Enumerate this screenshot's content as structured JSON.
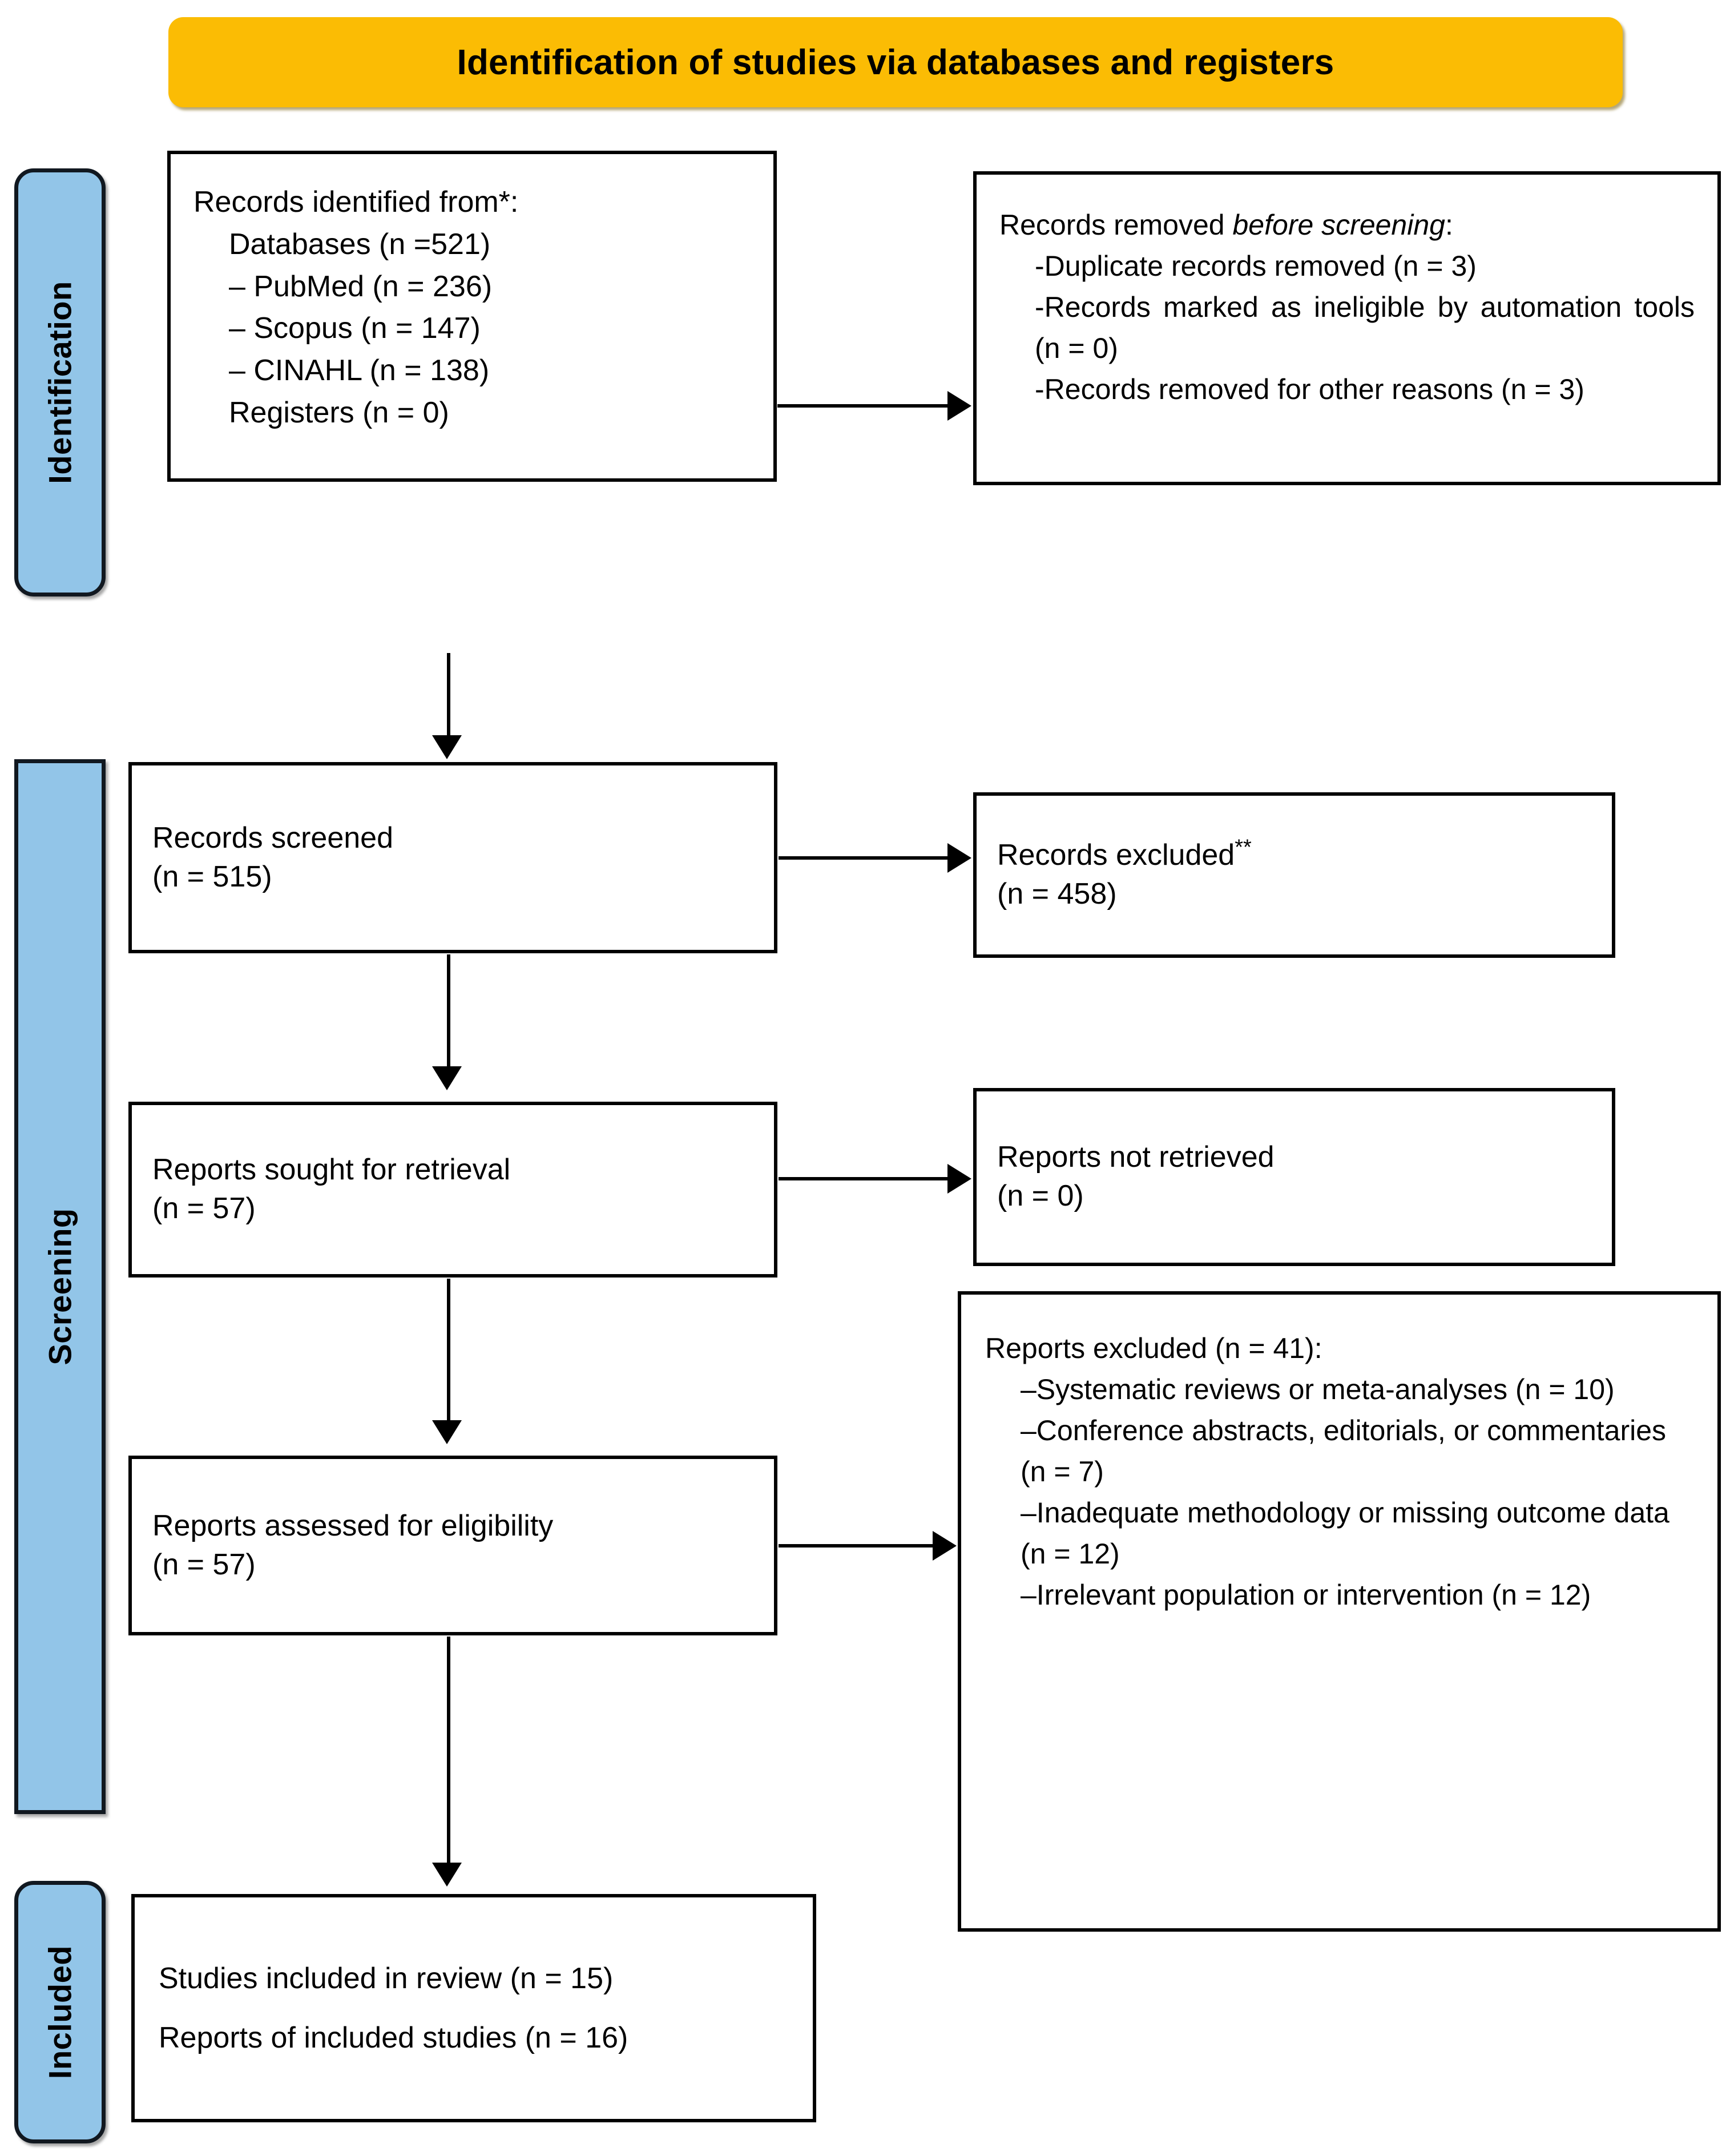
{
  "header": {
    "title": "Identification of studies via databases and registers",
    "background_color": "#FBBC04"
  },
  "stages": {
    "identification": "Identification",
    "screening": "Screening",
    "included": "Included",
    "background_color": "#92C5E8"
  },
  "boxes": {
    "identified": {
      "title": "Records identified from*:",
      "lines": [
        "Databases (n =521)",
        "– PubMed (n = 236)",
        "– Scopus (n = 147)",
        "– CINAHL (n = 138)",
        "Registers (n = 0)"
      ]
    },
    "removed": {
      "title_prefix": "Records removed ",
      "title_italic": "before screening",
      "title_suffix": ":",
      "lines": [
        "-Duplicate records removed   (n = 3)",
        "-Records marked as ineligible by automation tools (n = 0)",
        "-Records removed for other reasons (n = 3)"
      ]
    },
    "screened": {
      "label": "Records screened",
      "count": "(n = 515)"
    },
    "excluded": {
      "label": "Records excluded",
      "marker": "**",
      "count": "(n = 458)"
    },
    "sought": {
      "label": "Reports sought for retrieval",
      "count": "(n = 57)"
    },
    "not_retrieved": {
      "label": "Reports not retrieved",
      "count": "(n = 0)"
    },
    "assessed": {
      "label": "Reports assessed for eligibility",
      "count": "(n = 57)"
    },
    "reports_excluded": {
      "title": "Reports excluded (n = 41):",
      "reasons": [
        "–Systematic reviews or meta-analyses (n = 10)",
        "–Conference abstracts, editorials, or commentaries (n = 7)",
        "–Inadequate methodology or missing outcome data (n = 12)",
        "–Irrelevant population or intervention (n = 12)"
      ]
    },
    "included": {
      "line1": "Studies included in review (n = 15)",
      "line2": "Reports of included studies (n = 16)"
    }
  },
  "chart_data": {
    "type": "diagram",
    "diagram_kind": "PRISMA 2020 flow diagram",
    "title": "Identification of studies via databases and registers",
    "stages": [
      "Identification",
      "Screening",
      "Included"
    ],
    "nodes": [
      {
        "id": "identified",
        "stage": "Identification",
        "label": "Records identified from*",
        "counts": {
          "Databases": 521,
          "PubMed": 236,
          "Scopus": 147,
          "CINAHL": 138,
          "Registers": 0
        }
      },
      {
        "id": "removed",
        "stage": "Identification",
        "label": "Records removed before screening",
        "counts": {
          "Duplicate records removed": 3,
          "Records marked as ineligible by automation tools": 0,
          "Records removed for other reasons": 3
        }
      },
      {
        "id": "screened",
        "stage": "Screening",
        "label": "Records screened",
        "n": 515
      },
      {
        "id": "excluded",
        "stage": "Screening",
        "label": "Records excluded**",
        "n": 458
      },
      {
        "id": "sought",
        "stage": "Screening",
        "label": "Reports sought for retrieval",
        "n": 57
      },
      {
        "id": "not_retrieved",
        "stage": "Screening",
        "label": "Reports not retrieved",
        "n": 0
      },
      {
        "id": "assessed",
        "stage": "Screening",
        "label": "Reports assessed for eligibility",
        "n": 57
      },
      {
        "id": "reports_excluded",
        "stage": "Screening",
        "label": "Reports excluded",
        "n": 41,
        "reasons": {
          "Systematic reviews or meta-analyses": 10,
          "Conference abstracts, editorials, or commentaries": 7,
          "Inadequate methodology or missing outcome data": 12,
          "Irrelevant population or intervention": 12
        }
      },
      {
        "id": "included",
        "stage": "Included",
        "label": "Studies included in review",
        "studies": 15,
        "reports": 16
      }
    ],
    "edges": [
      {
        "from": "identified",
        "to": "removed",
        "direction": "right"
      },
      {
        "from": "identified",
        "to": "screened",
        "direction": "down"
      },
      {
        "from": "screened",
        "to": "excluded",
        "direction": "right"
      },
      {
        "from": "screened",
        "to": "sought",
        "direction": "down"
      },
      {
        "from": "sought",
        "to": "not_retrieved",
        "direction": "right"
      },
      {
        "from": "sought",
        "to": "assessed",
        "direction": "down"
      },
      {
        "from": "assessed",
        "to": "reports_excluded",
        "direction": "right"
      },
      {
        "from": "assessed",
        "to": "included",
        "direction": "down"
      }
    ]
  }
}
